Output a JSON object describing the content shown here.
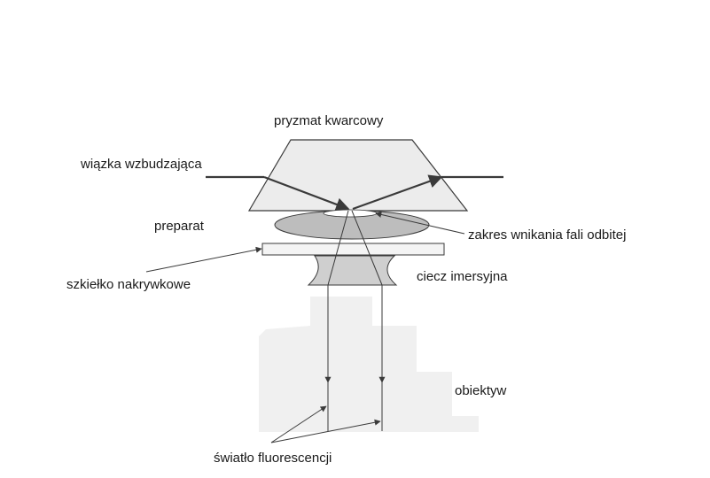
{
  "labels": {
    "prism": "pryzmat kwarcowy",
    "excitation_beam": "wiązka wzbudzająca",
    "specimen": "preparat",
    "penetration_range": "zakres wnikania fali odbitej",
    "cover_glass": "szkiełko nakrywkowe",
    "immersion_liquid": "ciecz imersyjna",
    "objective": "obiektyw",
    "fluorescence_light": "światło fluorescencji"
  },
  "colors": {
    "background": "#ffffff",
    "prism_fill": "#ececec",
    "specimen_fill": "#bdbdbd",
    "objective_fill": "#f0f0f0",
    "line": "#3a3a3a"
  }
}
